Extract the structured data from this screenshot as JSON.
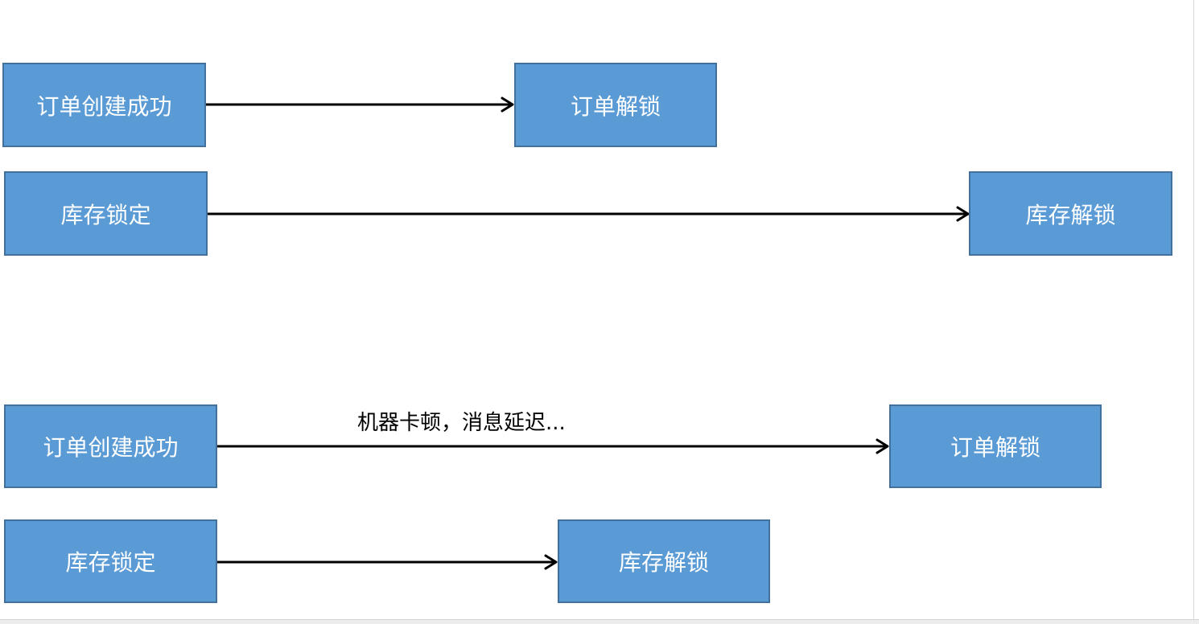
{
  "scenario_normal": {
    "order_created": "订单创建成功",
    "order_unlock": "订单解锁",
    "stock_locked": "库存锁定",
    "stock_unlock": "库存解锁"
  },
  "scenario_delayed": {
    "order_created": "订单创建成功",
    "order_unlock": "订单解锁",
    "stock_locked": "库存锁定",
    "stock_unlock": "库存解锁",
    "delay_note": "机器卡顿，消息延迟..."
  },
  "colors": {
    "box_fill": "#5b9bd5",
    "box_border": "#41719c",
    "box_text": "#ffffff",
    "arrow": "#000000"
  }
}
